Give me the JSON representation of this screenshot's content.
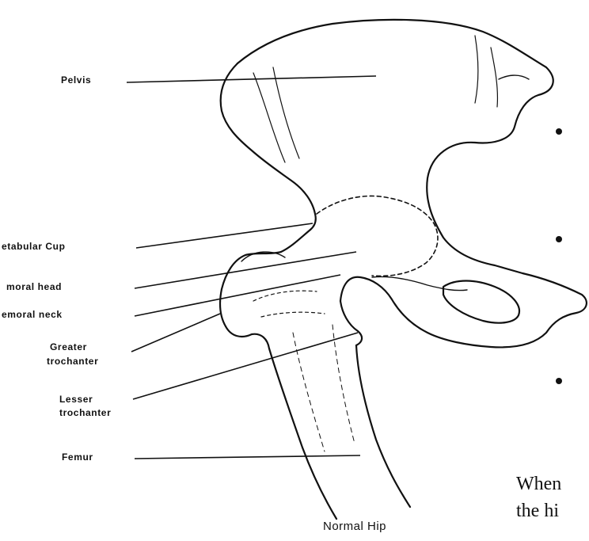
{
  "labels": {
    "pelvis": "Pelvis",
    "acetabular_cup": "etabular Cup",
    "femoral_head": "moral head",
    "femoral_neck": "emoral neck",
    "greater_trochanter_1": "Greater",
    "greater_trochanter_2": "trochanter",
    "lesser_trochanter_1": "Lesser",
    "lesser_trochanter_2": "trochanter",
    "femur": "Femur"
  },
  "caption": "Normal Hip",
  "side_text": {
    "line1": "When",
    "line2": "the hi"
  },
  "bullets": 3
}
